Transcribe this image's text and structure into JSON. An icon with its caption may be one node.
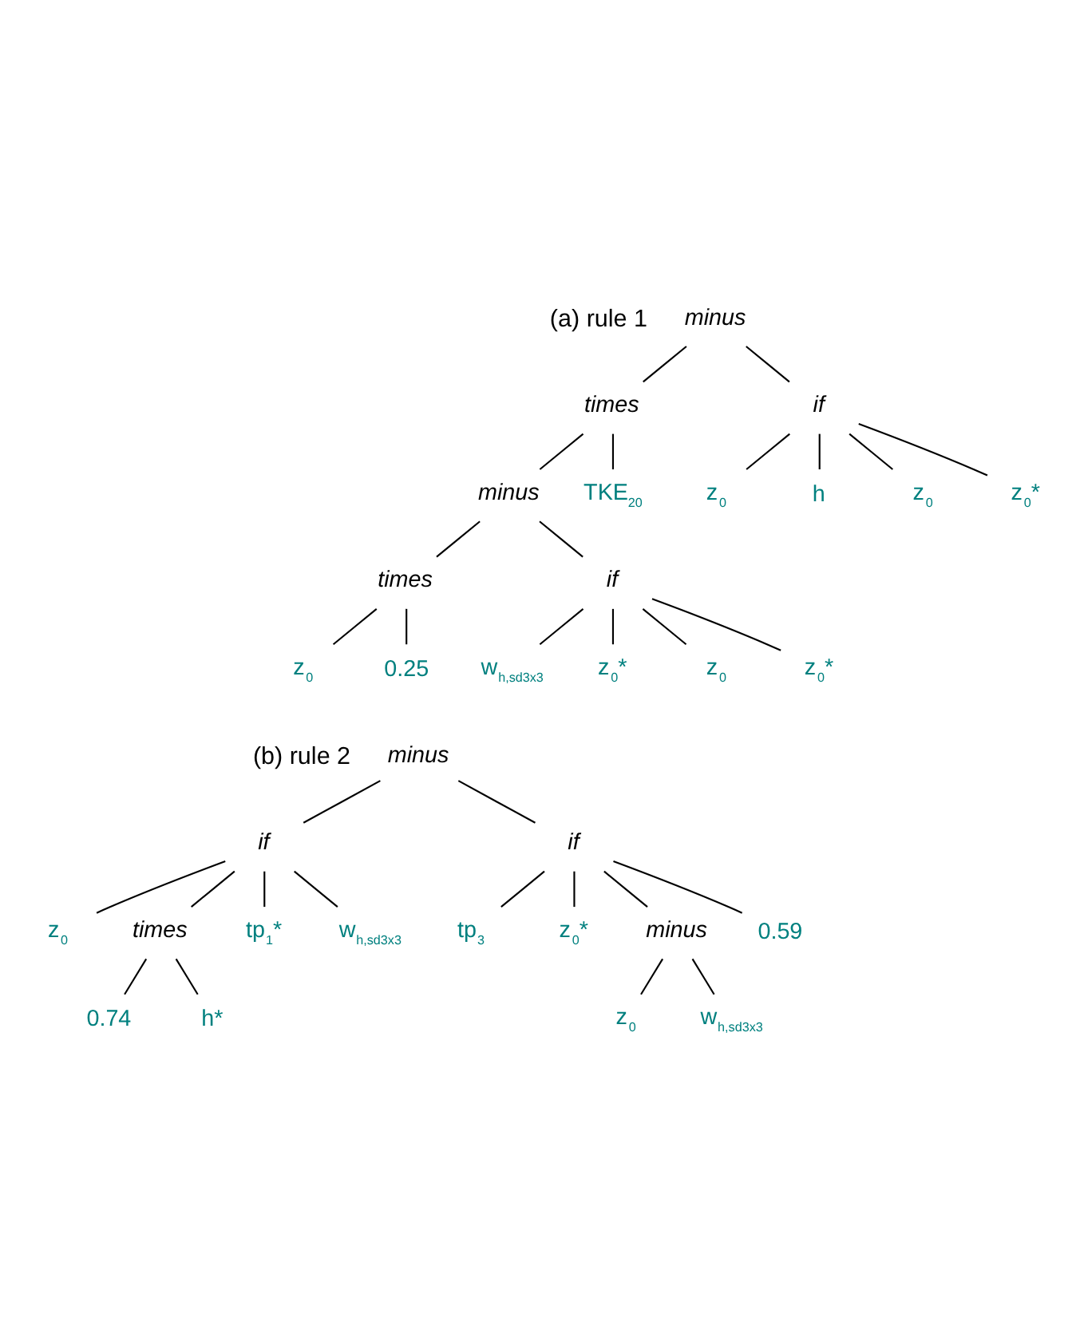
{
  "diagram": {
    "nodes": [
      {
        "text": [
          "minus"
        ]
      },
      {
        "text": [
          "times"
        ]
      },
      {
        "text": [
          "if"
        ]
      },
      {
        "text": [
          "minus"
        ]
      },
      {
        "text": [
          "TKE$_{20}$"
        ]
      },
      {
        "text": [
          "z$_{0}$"
        ]
      },
      {
        "text": [
          "h"
        ]
      },
      {
        "text": [
          "z$_{0}$"
        ]
      },
      {
        "text": [
          "z$_{0}$*"
        ]
      },
      {
        "text": [
          "times"
        ]
      },
      {
        "text": [
          "if"
        ]
      },
      {
        "text": [
          "z$_{0}$"
        ]
      },
      {
        "text": [
          "0.25"
        ]
      },
      {
        "text": [
          "w$_{h,sd3x3}$"
        ]
      },
      {
        "text": [
          "z$_{0}$*"
        ]
      },
      {
        "text": [
          "z$_{0}$"
        ]
      },
      {
        "text": [
          "z$_{0}$*"
        ]
      },
      {
        "text": [
          "minus"
        ]
      },
      {
        "text": [
          "if"
        ]
      },
      {
        "text": [
          "if"
        ]
      },
      {
        "text": [
          "z$_{0}$"
        ]
      },
      {
        "text": [
          "times"
        ]
      },
      {
        "text": [
          "tp$_{1}$*"
        ]
      },
      {
        "text": [
          "w$_{h,sd3x3}$"
        ]
      },
      {
        "text": [
          "tp$_{3}$"
        ]
      },
      {
        "text": [
          "z$_{0}$*"
        ]
      },
      {
        "text": [
          "minus"
        ]
      },
      {
        "text": [
          "0.59"
        ]
      },
      {
        "text": [
          "0.74"
        ]
      },
      {
        "text": [
          "h*"
        ]
      },
      {
        "text": [
          "z$_{0}$"
        ]
      },
      {
        "text": [
          "w$_{h,sd3x3}$"
        ]
      }
    ],
    "edges": [
      {
        "from": 0,
        "to": 1,
        "arrow": "none"
      },
      {
        "from": 0,
        "to": 2,
        "arrow": "none"
      },
      {
        "from": 1,
        "to": 3,
        "arrow": "none"
      },
      {
        "from": 1,
        "to": 4,
        "arrow": "none"
      },
      {
        "from": 2,
        "to": 5,
        "arrow": "none"
      },
      {
        "from": 2,
        "to": 6,
        "arrow": "none"
      },
      {
        "from": 2,
        "to": 7,
        "arrow": "none"
      },
      {
        "from": 2,
        "to": 8,
        "arrow": "none"
      },
      {
        "from": 3,
        "to": 9,
        "arrow": "none"
      },
      {
        "from": 3,
        "to": 10,
        "arrow": "none"
      },
      {
        "from": 9,
        "to": 11,
        "arrow": "none"
      },
      {
        "from": 9,
        "to": 12,
        "arrow": "none"
      },
      {
        "from": 10,
        "to": 13,
        "arrow": "none"
      },
      {
        "from": 10,
        "to": 14,
        "arrow": "none"
      },
      {
        "from": 10,
        "to": 15,
        "arrow": "none"
      },
      {
        "from": 10,
        "to": 16,
        "arrow": "none"
      },
      {
        "from": 17,
        "to": 18,
        "arrow": "none"
      },
      {
        "from": 17,
        "to": 19,
        "arrow": "none"
      },
      {
        "from": 18,
        "to": 20,
        "arrow": "none"
      },
      {
        "from": 18,
        "to": 21,
        "arrow": "none"
      },
      {
        "from": 18,
        "to": 22,
        "arrow": "none"
      },
      {
        "from": 18,
        "to": 23,
        "arrow": "none"
      },
      {
        "from": 19,
        "to": 24,
        "arrow": "none"
      },
      {
        "from": 19,
        "to": 25,
        "arrow": "none"
      },
      {
        "from": 19,
        "to": 26,
        "arrow": "none"
      },
      {
        "from": 19,
        "to": 27,
        "arrow": "none"
      },
      {
        "from": 21,
        "to": 28,
        "arrow": "none"
      },
      {
        "from": 21,
        "to": 29,
        "arrow": "none"
      },
      {
        "from": 26,
        "to": 30,
        "arrow": "none"
      },
      {
        "from": 26,
        "to": 31,
        "arrow": "none"
      }
    ],
    "labels": [
      "(a) rule 1",
      "(b) rule 2"
    ]
  }
}
